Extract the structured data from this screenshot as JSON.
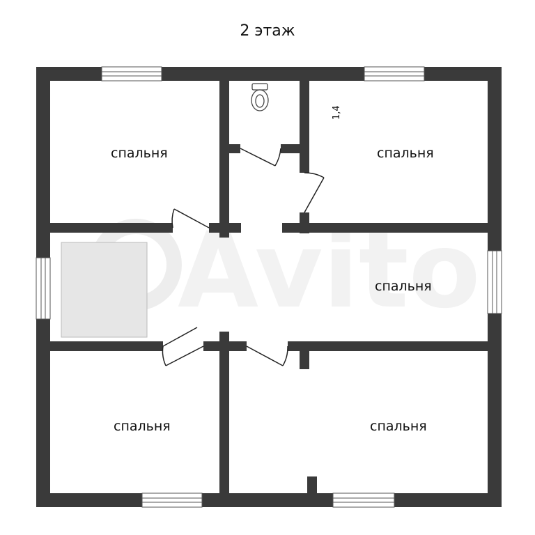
{
  "floor_title": "2 этаж",
  "rooms": [
    {
      "id": "top-left",
      "label": "спальня"
    },
    {
      "id": "top-right",
      "label": "спальня"
    },
    {
      "id": "middle-right",
      "label": "спальня"
    },
    {
      "id": "bottom-left",
      "label": "спальня"
    },
    {
      "id": "bottom-right",
      "label": "спальня"
    }
  ],
  "wc": {
    "icon": "toilet-icon"
  },
  "stairwell": {
    "icon": "stair-opening"
  },
  "dimension_label": "1,4",
  "watermark": "Avito",
  "colors": {
    "wall": "#3a3a3a",
    "stair_fill": "#e6e6e6",
    "window": "#ffffff",
    "line": "#222222"
  }
}
